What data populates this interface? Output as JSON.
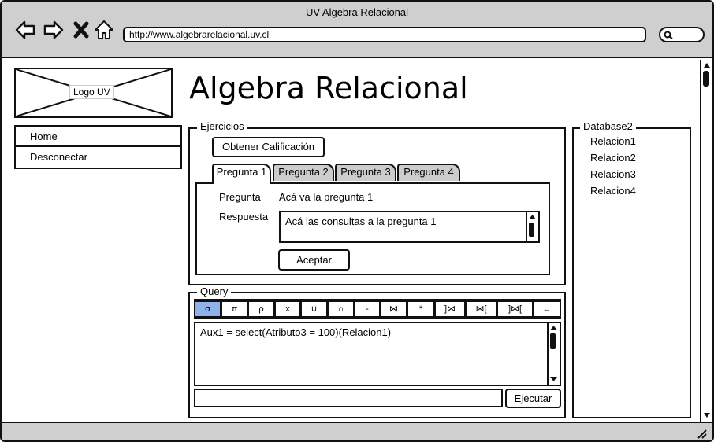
{
  "browser": {
    "title": "UV Algebra Relacional",
    "url": "http://www.algebrarelacional.uv.cl"
  },
  "logo": {
    "label": "Logo UV"
  },
  "page": {
    "heading": "Algebra Relacional"
  },
  "menu": {
    "items": [
      {
        "label": "Home"
      },
      {
        "label": "Desconectar"
      }
    ]
  },
  "ejercicios": {
    "legend": "Ejercicios",
    "grade_button": "Obtener Calificación",
    "tabs": [
      {
        "label": "Pregunta 1",
        "active": true
      },
      {
        "label": "Pregunta 2",
        "active": false
      },
      {
        "label": "Pregunta 3",
        "active": false
      },
      {
        "label": "Pregunta 4",
        "active": false
      }
    ],
    "question_label": "Pregunta",
    "question_text": "Acá va la pregunta 1",
    "answer_label": "Respuesta",
    "answer_text": "Acá las consultas a la pregunta 1",
    "accept_button": "Aceptar"
  },
  "query": {
    "legend": "Query",
    "operators": [
      "σ",
      "π",
      "ρ",
      "x",
      "∪",
      "∩",
      "-",
      "⋈",
      "*",
      "]⋈",
      "⋈[",
      "]⋈[",
      "←"
    ],
    "selected_operator": "σ",
    "text": "Aux1 = select(Atributo3 = 100)(Relacion1)",
    "input_value": "",
    "execute_button": "Ejecutar"
  },
  "database": {
    "legend": "Database2",
    "relations": [
      "Relacion1",
      "Relacion2",
      "Relacion3",
      "Relacion4"
    ]
  }
}
